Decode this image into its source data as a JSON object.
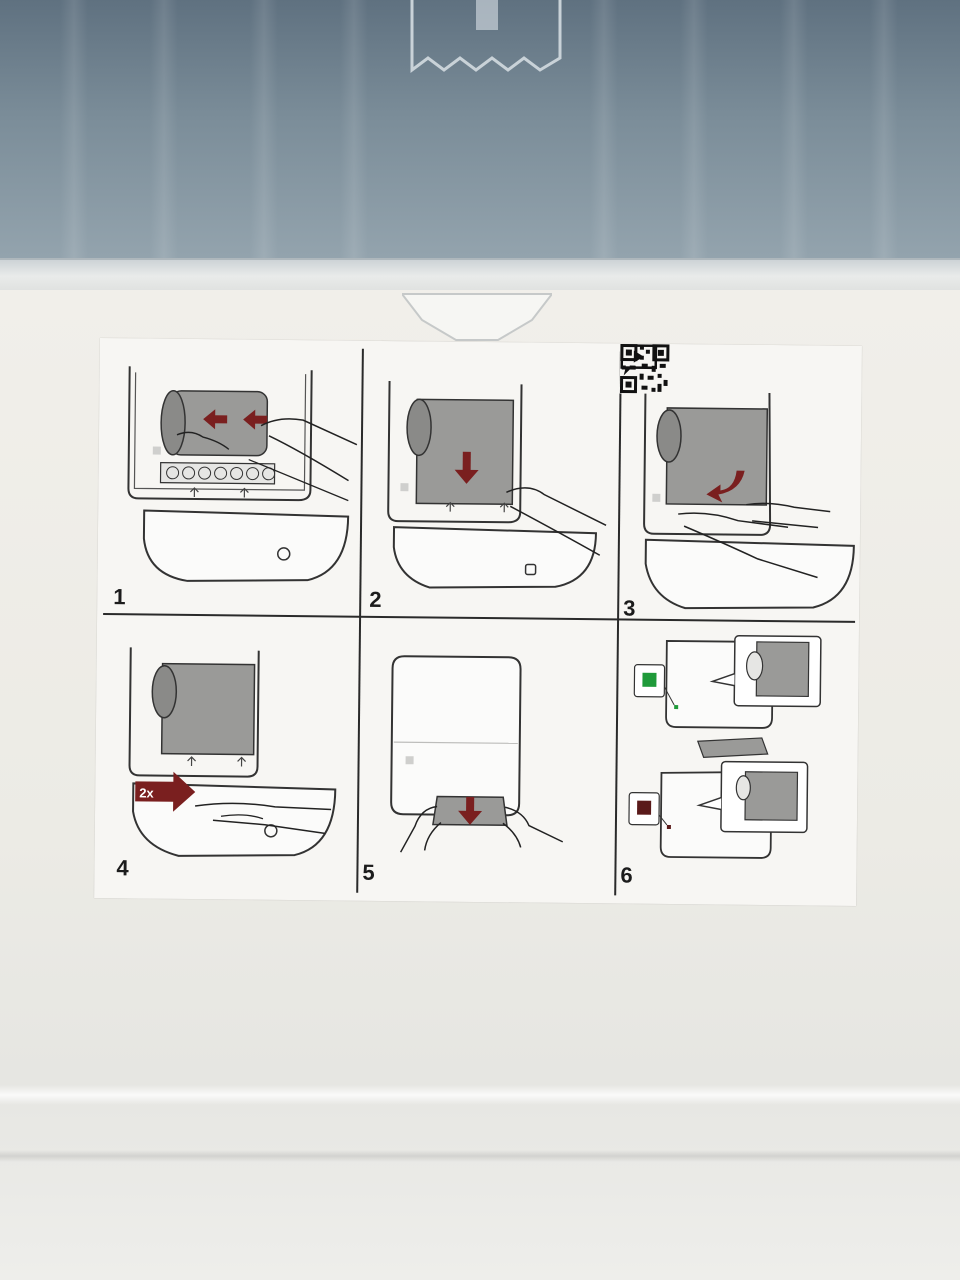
{
  "steps": [
    {
      "number": "1"
    },
    {
      "number": "2"
    },
    {
      "number": "3"
    },
    {
      "number": "4"
    },
    {
      "number": "5"
    },
    {
      "number": "6"
    }
  ],
  "step4_badge": "2x",
  "icons": [
    "qr-code-icon",
    "video-play-icon",
    "arrow-icon",
    "hand-icon",
    "indicator-light-icon"
  ],
  "colors": {
    "arrow": "#7a1f1f",
    "paper": "#9a9a98",
    "indicator_ok": "#1f9a3a",
    "indicator_empty": "#5a1a1a",
    "line": "#2a2a2a",
    "tint": "#6f8290"
  }
}
